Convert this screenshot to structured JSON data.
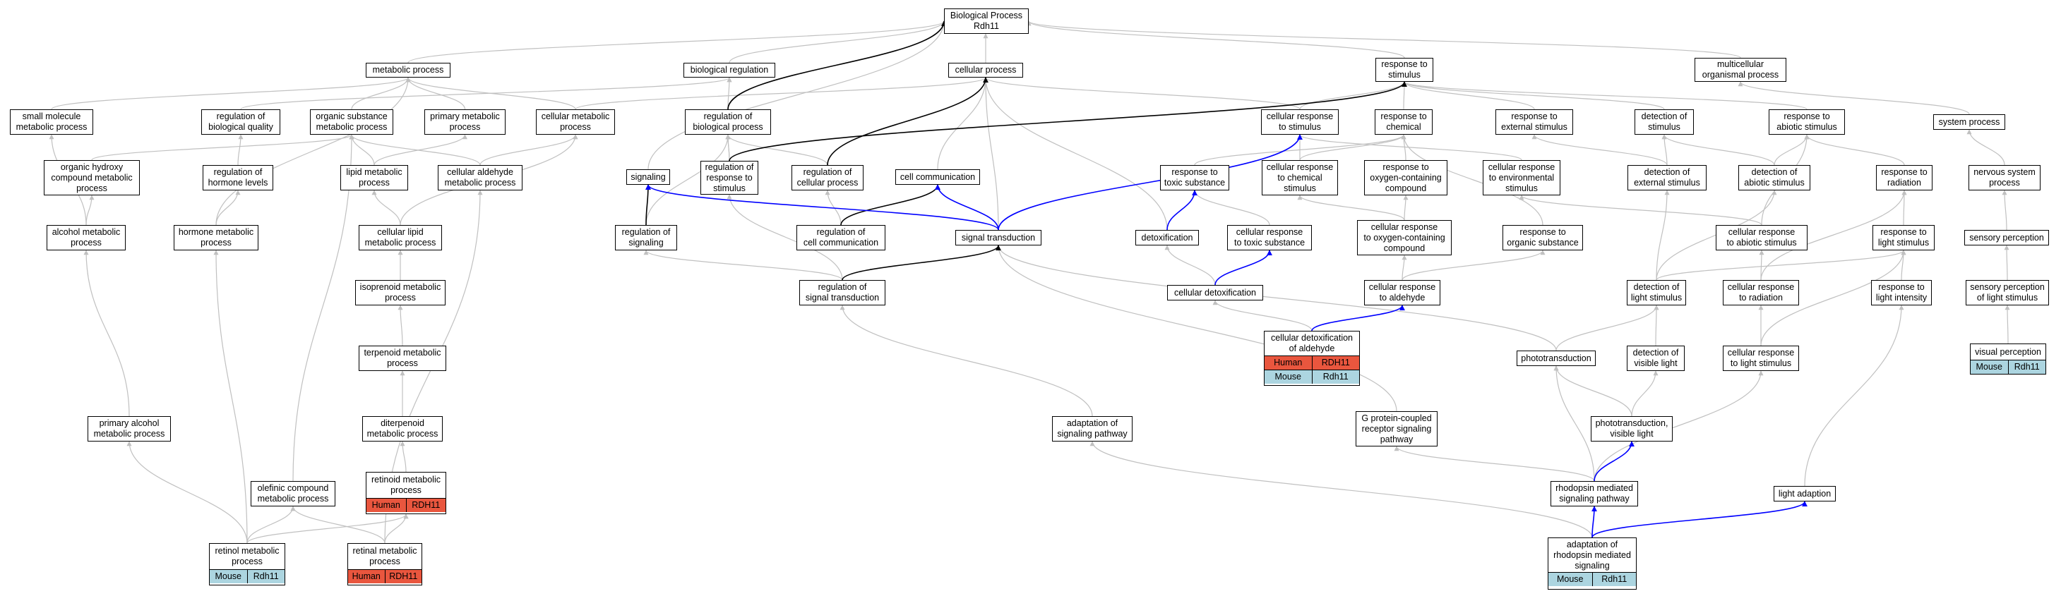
{
  "colors": {
    "gray_edge": "#c0c0c0",
    "black_edge": "#000000",
    "blue_edge": "#0000ff",
    "human": "#e9563e",
    "mouse": "#acd5e0"
  },
  "nodes": {
    "root": "Biological Process\nRdh11",
    "metabolic": "metabolic process",
    "bioreg": "biological regulation",
    "cellproc": "cellular process",
    "resp_stim": "response to\nstimulus",
    "multicell": "multicellular\norganismal process",
    "smallmol": "small molecule\nmetabolic process",
    "reg_bioqual": "regulation of\nbiological quality",
    "organic_sub": "organic substance\nmetabolic process",
    "primary_met": "primary metabolic\nprocess",
    "cell_met": "cellular metabolic\nprocess",
    "reg_bioproc": "regulation of\nbiological process",
    "cell_resp_stim": "cellular response\nto stimulus",
    "resp_chem": "response to\nchemical",
    "resp_ext": "response to\nexternal stimulus",
    "detect_stim": "detection of\nstimulus",
    "resp_abiotic": "response to\nabiotic stimulus",
    "system_proc": "system process",
    "org_hydroxy": "organic hydroxy\ncompound metabolic\nprocess",
    "reg_hormone": "regulation of\nhormone levels",
    "lipid_met": "lipid metabolic\nprocess",
    "cell_aldehyde": "cellular aldehyde\nmetabolic process",
    "signaling": "signaling",
    "reg_resp_stim": "regulation of\nresponse to\nstimulus",
    "reg_cellproc": "regulation of\ncellular process",
    "cell_comm": "cell communication",
    "resp_toxic": "response to\ntoxic substance",
    "cell_resp_chem": "cellular response\nto chemical\nstimulus",
    "resp_oxy": "response to\noxygen-containing\ncompound",
    "cell_resp_env": "cellular response\nto environmental\nstimulus",
    "detect_ext": "detection of\nexternal stimulus",
    "detect_abiotic": "detection of\nabiotic stimulus",
    "resp_radiation": "response to\nradiation",
    "nervous": "nervous system\nprocess",
    "alcohol_met": "alcohol metabolic\nprocess",
    "hormone_met": "hormone metabolic\nprocess",
    "cell_lipid": "cellular lipid\nmetabolic process",
    "reg_signaling": "regulation of\nsignaling",
    "reg_cellcomm": "regulation of\ncell communication",
    "sig_trans": "signal transduction",
    "detox": "detoxification",
    "cell_resp_toxic": "cellular response\nto toxic substance",
    "cell_resp_oxy": "cellular response\nto oxygen-containing\ncompound",
    "resp_organic": "response to\norganic substance",
    "cell_resp_abiotic": "cellular response\nto abiotic stimulus",
    "resp_light": "response to\nlight stimulus",
    "sensory": "sensory perception",
    "isoprenoid": "isoprenoid metabolic\nprocess",
    "reg_sigtrans": "regulation of\nsignal transduction",
    "cell_detox": "cellular detoxification",
    "cell_resp_ald": "cellular response\nto aldehyde",
    "detect_light": "detection of\nlight stimulus",
    "cell_resp_rad": "cellular response\nto radiation",
    "resp_light_int": "response to\nlight intensity",
    "sensory_light": "sensory perception\nof light stimulus",
    "terpenoid": "terpenoid metabolic\nprocess",
    "cell_detox_ald": "cellular detoxification\nof aldehyde",
    "phototrans": "phototransduction",
    "detect_vis": "detection of\nvisible light",
    "cell_resp_light": "cellular response\nto light stimulus",
    "visual": "visual perception",
    "diterpenoid": "diterpenoid\nmetabolic process",
    "adapt_sig": "adaptation of\nsignaling pathway",
    "gpcr": "G protein-coupled\nreceptor signaling\npathway",
    "phototrans_vis": "phototransduction,\nvisible light",
    "primary_alcohol": "primary alcohol\nmetabolic process",
    "olefinic": "olefinic compound\nmetabolic process",
    "retinoid": "retinoid metabolic\nprocess",
    "rhodopsin": "rhodopsin mediated\nsignaling pathway",
    "light_adapt": "light adaption",
    "retinol": "retinol metabolic\nprocess",
    "retinal": "retinal metabolic\nprocess",
    "adapt_rhod": "adaptation of\nrhodopsin mediated\nsignaling"
  },
  "genes": {
    "cell_detox_ald": [
      [
        "Human",
        "RDH11"
      ],
      [
        "Mouse",
        "Rdh11"
      ]
    ],
    "visual": [
      [
        "Mouse",
        "Rdh11"
      ]
    ],
    "retinoid": [
      [
        "Human",
        "RDH11"
      ]
    ],
    "retinol": [
      [
        "Mouse",
        "Rdh11"
      ]
    ],
    "retinal": [
      [
        "Human",
        "RDH11"
      ]
    ],
    "adapt_rhod": [
      [
        "Mouse",
        "Rdh11"
      ]
    ]
  }
}
